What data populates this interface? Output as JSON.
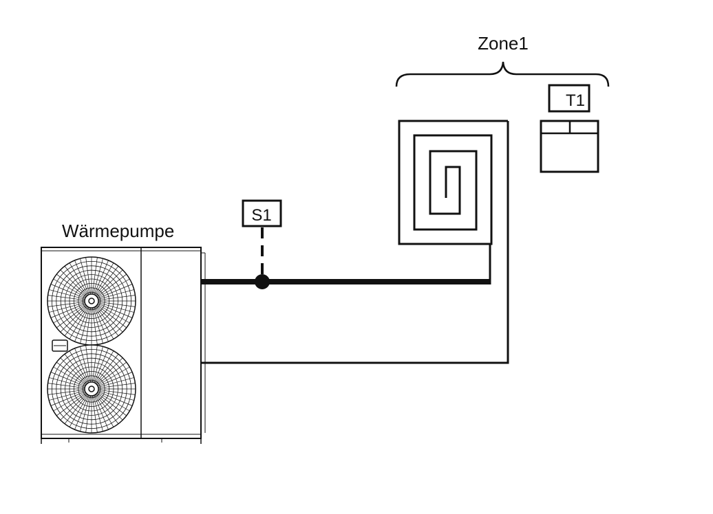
{
  "labels": {
    "heat_pump": "Wärmepumpe",
    "zone": "Zone1",
    "sensor": "S1",
    "thermostat": "T1"
  },
  "colors": {
    "line": "#111111",
    "unit_fill": "#ffffff",
    "background": "#ffffff"
  }
}
